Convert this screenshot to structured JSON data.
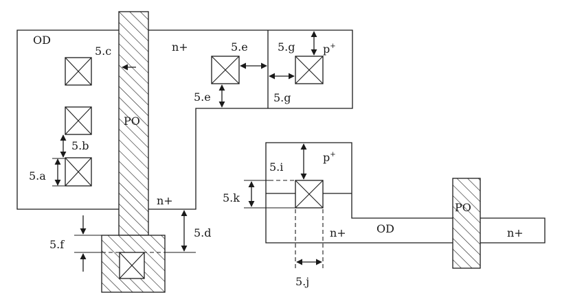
{
  "labels": {
    "od_left": "OD",
    "od_right": "OD",
    "po_left": "PO",
    "po_right": "PO",
    "nplus_top": "n+",
    "nplus_left_bottom": "n+",
    "nplus_right_mid": "n+",
    "nplus_right_end": "n+",
    "pplus_top": "p",
    "pplus_top_sup": "+",
    "pplus_right": "p",
    "pplus_right_sup": "+"
  },
  "rules": {
    "a": "5.a",
    "b": "5.b",
    "c": "5.c",
    "d": "5.d",
    "e1": "5.e",
    "e2": "5.e",
    "f": "5.f",
    "g1": "5.g",
    "g2": "5.g",
    "i": "5.i",
    "j": "5.j",
    "k": "5.k"
  },
  "colors": {
    "stroke": "#1a1a1a",
    "background": "#ffffff"
  }
}
